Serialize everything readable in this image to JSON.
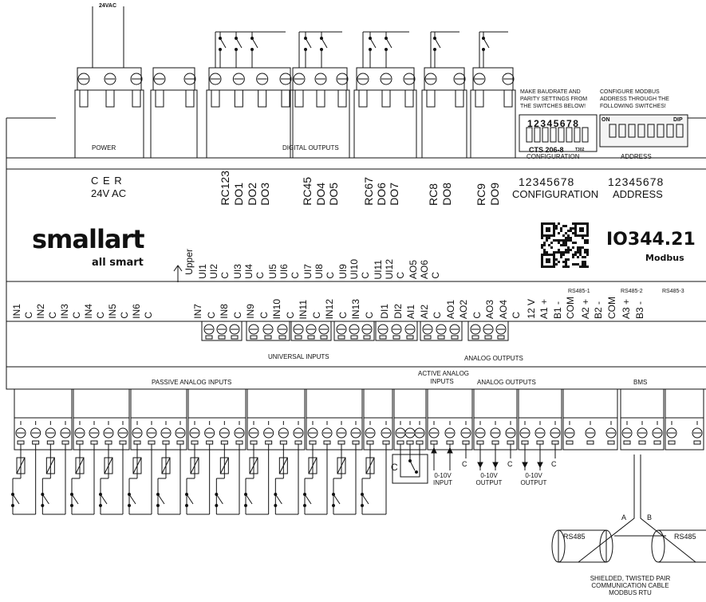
{
  "top": {
    "supply_label": "24VAC",
    "power_label": "POWER",
    "digital_outputs_label": "DIGITAL OUTPUTS",
    "baud_note": [
      "MAKE BAUDRATE AND",
      "PARITY SETTINGS FROM",
      "THE SWITCHES BELOW!"
    ],
    "addr_note": [
      "CONFIGURE MODBUS",
      "ADDRESS THROUGH THE",
      "FOLLOWING SWITCHES!"
    ],
    "config_label": "CONFIGURATION",
    "address_label": "ADDRESS",
    "dip_config_digits": "12345678",
    "dip_config_brand": "CTS 206-8",
    "dip_config_small": "T302",
    "dip_on": "ON",
    "dip_dip": "DIP"
  },
  "panel": {
    "cer": "C  E  R",
    "supply": "24V AC",
    "do_groups": [
      [
        "RC123",
        "DO1",
        "DO2",
        "DO3"
      ],
      [
        "RC45",
        "DO4",
        "DO5"
      ],
      [
        "RC67",
        "DO6",
        "DO7"
      ],
      [
        "RC8",
        "DO8"
      ],
      [
        "RC9",
        "DO9"
      ]
    ],
    "switch_numbers": "12345678",
    "config_title": "CONFIGURATION",
    "address_title": "ADDRESS",
    "brand": "smallart",
    "tagline": "all smart",
    "model": "IO344.21",
    "model_sub": "Modbus",
    "upper_label": "Upper",
    "upper_row": [
      "UI1",
      "UI2",
      "C",
      "UI3",
      "UI4",
      "C",
      "UI5",
      "UI6",
      "C",
      "UI7",
      "UI8",
      "C",
      "UI9",
      "UI10",
      "C",
      "UI11",
      "UI12",
      "C",
      "AO5",
      "AO6",
      "C"
    ],
    "lower_row": [
      "IN1",
      "C",
      "IN2",
      "C",
      "IN3",
      "C",
      "IN4",
      "C",
      "IN5",
      "C",
      "IN6",
      "C",
      "IN7",
      "C",
      "IN8",
      "C",
      "IN9",
      "C",
      "IN10",
      "C",
      "IN11",
      "C",
      "IN12",
      "C",
      "IN13",
      "C",
      "DI1",
      "DI2",
      "AI1",
      "AI2",
      "C",
      "AO1",
      "AO2",
      "C",
      "AO3",
      "AO4",
      "C",
      "12 V",
      "A1 +",
      "B1 -",
      "COM",
      "A2 +",
      "B2 -",
      "COM",
      "A3 +",
      "B3 -"
    ],
    "rs485_labels": [
      "RS485-1",
      "RS485-2",
      "RS485-3"
    ],
    "universal_inputs_label": "UNIVERSAL INPUTS",
    "analog_outputs_label": "ANALOG OUTPUTS"
  },
  "bottom": {
    "passive_label": "PASSIVE ANALOG INPUTS",
    "active_label": "ACTIVE ANALOG",
    "active_label2": "INPUTS",
    "analog_outputs_label": "ANALOG OUTPUTS",
    "bms_label": "BMS",
    "di_c_label": "C",
    "aio_c_label": "C",
    "ai_signal": [
      "0-10V",
      "INPUT"
    ],
    "ao_signal": [
      "0-10V",
      "OUTPUT"
    ],
    "ao_signal2": [
      "0-10V",
      "OUTPUT"
    ],
    "bus_a": "A",
    "bus_b": "B",
    "rs485_left": "RS485",
    "rs485_right": "RS485",
    "cable_note": [
      "SHIELDED, TWISTED PAIR",
      "COMMUNICATION CABLE",
      "MODBUS RTU"
    ]
  }
}
